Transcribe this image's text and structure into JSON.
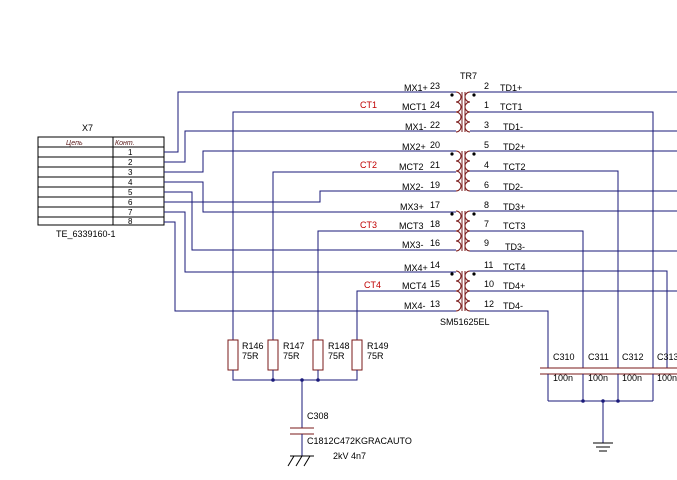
{
  "connector": {
    "ref": "X7",
    "part": "TE_6339160-1",
    "col_left": "Цепь",
    "col_right": "Конт.",
    "pins": [
      "1",
      "2",
      "3",
      "4",
      "5",
      "6",
      "7",
      "8"
    ]
  },
  "transformer": {
    "ref": "TR7",
    "part": "SM51625EL",
    "left_pins": [
      {
        "name": "MX1+",
        "num": "23"
      },
      {
        "name": "MCT1",
        "num": "24"
      },
      {
        "name": "MX1-",
        "num": "22"
      },
      {
        "name": "MX2+",
        "num": "20"
      },
      {
        "name": "MCT2",
        "num": "21"
      },
      {
        "name": "MX2-",
        "num": "19"
      },
      {
        "name": "MX3+",
        "num": "17"
      },
      {
        "name": "MCT3",
        "num": "18"
      },
      {
        "name": "MX3-",
        "num": "16"
      },
      {
        "name": "MX4+",
        "num": "14"
      },
      {
        "name": "MCT4",
        "num": "15"
      },
      {
        "name": "MX4-",
        "num": "13"
      }
    ],
    "right_pins": [
      {
        "name": "TD1+",
        "num": "2"
      },
      {
        "name": "TCT1",
        "num": "1"
      },
      {
        "name": "TD1-",
        "num": "3"
      },
      {
        "name": "TD2+",
        "num": "5"
      },
      {
        "name": "TCT2",
        "num": "4"
      },
      {
        "name": "TD2-",
        "num": "6"
      },
      {
        "name": "TD3+",
        "num": "8"
      },
      {
        "name": "TCT3",
        "num": "7"
      },
      {
        "name": "TD3-",
        "num": "9"
      },
      {
        "name": "TCT4",
        "num": "11"
      },
      {
        "name": "TD4+",
        "num": "10"
      },
      {
        "name": "TD4-",
        "num": "12"
      }
    ],
    "ct_labels": [
      "CT1",
      "CT2",
      "CT3",
      "CT4"
    ]
  },
  "resistors": [
    {
      "ref": "R146",
      "value": "75R"
    },
    {
      "ref": "R147",
      "value": "75R"
    },
    {
      "ref": "R148",
      "value": "75R"
    },
    {
      "ref": "R149",
      "value": "75R"
    }
  ],
  "capacitors": [
    {
      "ref": "C310",
      "value": "100n"
    },
    {
      "ref": "C311",
      "value": "100n"
    },
    {
      "ref": "C312",
      "value": "100n"
    },
    {
      "ref": "C313",
      "value": "100n"
    }
  ],
  "hv_cap": {
    "ref": "C308",
    "part": "C1812C472KGRACAUTO",
    "rating": "2kV 4n7"
  }
}
